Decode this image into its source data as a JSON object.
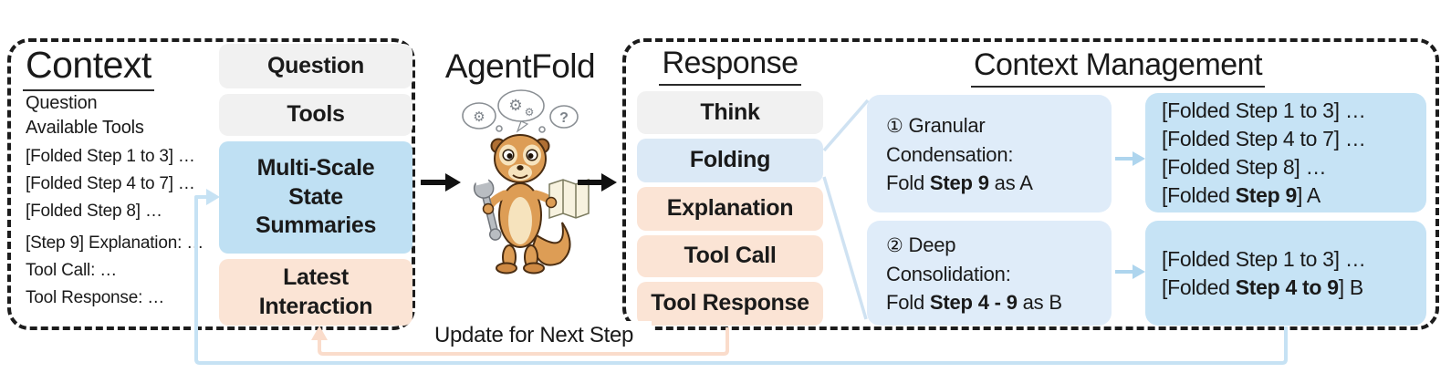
{
  "left_panel": {
    "title": "Context",
    "intro_lines": [
      "Question",
      "Available Tools"
    ],
    "folded_lines": [
      "[Folded Step 1 to 3] …",
      "[Folded Step 4 to 7] …",
      "[Folded Step 8] …"
    ],
    "latest_lines": [
      "[Step 9] Explanation: …",
      "Tool Call: …",
      "Tool Response: …"
    ],
    "stack": [
      {
        "label": "Question"
      },
      {
        "label": "Tools"
      },
      {
        "label": "Multi-Scale\nState\nSummaries"
      },
      {
        "label": "Latest\nInteraction"
      }
    ]
  },
  "center": {
    "title": "AgentFold",
    "mascot": {
      "description": "meerkat holding wrench and map with thought bubbles",
      "gear_glyph": "⚙",
      "question_glyph": "?"
    }
  },
  "response_panel": {
    "title": "Response",
    "items": [
      {
        "label": "Think"
      },
      {
        "label": "Folding"
      },
      {
        "label": "Explanation"
      },
      {
        "label": "Tool Call"
      },
      {
        "label": "Tool Response"
      }
    ]
  },
  "context_management": {
    "title": "Context Management",
    "operations": [
      {
        "num": "①",
        "line1": " Granular",
        "line2": "Condensation:",
        "fold_prefix": "Fold ",
        "fold_bold": "Step 9",
        "fold_suffix": " as A"
      },
      {
        "num": "②",
        "line1": " Deep",
        "line2": "Consolidation:",
        "fold_prefix": "Fold ",
        "fold_bold": "Step 4 - 9",
        "fold_suffix": " as B"
      }
    ],
    "results": [
      {
        "line1": "[Folded Step 1 to 3] …",
        "line2": "[Folded Step 4 to 7] …",
        "line3": "[Folded Step 8] …",
        "final_prefix": "[Folded ",
        "final_bold": "Step 9",
        "final_suffix": "] A"
      },
      {
        "line1": "[Folded Step 1 to 3] …",
        "final_prefix": "[Folded ",
        "final_bold": "Step 4 to 9",
        "final_suffix": "] B"
      }
    ]
  },
  "footer": {
    "update_label": "Update for Next Step"
  },
  "colors": {
    "panel_border": "#1c1c1c",
    "gray_box": "#f1f1f1",
    "blue_box": "#bfe0f3",
    "folding_box": "#dbe9f6",
    "cm_box": "#dfecf9",
    "result_box": "#c6e3f5",
    "peach_box": "#fbe4d5",
    "blue_loop": "#c6e2f4",
    "peach_loop": "#fadccb",
    "fan_line": "#cfe2f2",
    "cm_arrow": "#aed5ee"
  }
}
